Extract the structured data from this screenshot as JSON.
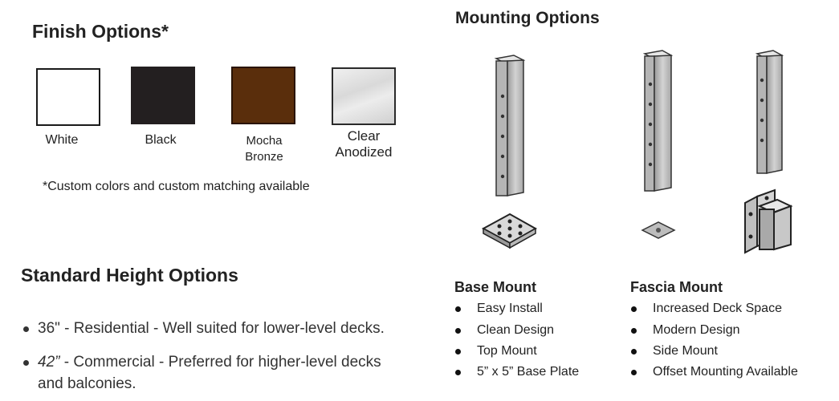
{
  "finish": {
    "title": "Finish Options*",
    "swatches": [
      {
        "label": "White",
        "color": "#ffffff"
      },
      {
        "label": "Black",
        "color": "#231f20"
      },
      {
        "label_line1": "Mocha",
        "label_line2": "Bronze",
        "color": "#5a2e0c"
      },
      {
        "label_line1": "Clear",
        "label_line2": "Anodized",
        "color": "#e2e2e2"
      }
    ],
    "note": "*Custom colors and custom matching available"
  },
  "heights": {
    "title": "Standard Height Options",
    "item1": "36\" - Residential - Well suited for lower-level decks.",
    "item2_em": "42”",
    "item2_rest": " - Commercial - Preferred for higher-level decks",
    "item2_line2": "and balconies."
  },
  "mounting": {
    "title": "Mounting Options",
    "base": {
      "heading": "Base Mount",
      "items": [
        "Easy Install",
        "Clean Design",
        "Top Mount",
        "5” x 5” Base Plate"
      ]
    },
    "fascia": {
      "heading": "Fascia Mount",
      "items": [
        "Increased Deck Space",
        "Modern Design",
        "Side Mount",
        "Offset Mounting Available"
      ]
    }
  }
}
